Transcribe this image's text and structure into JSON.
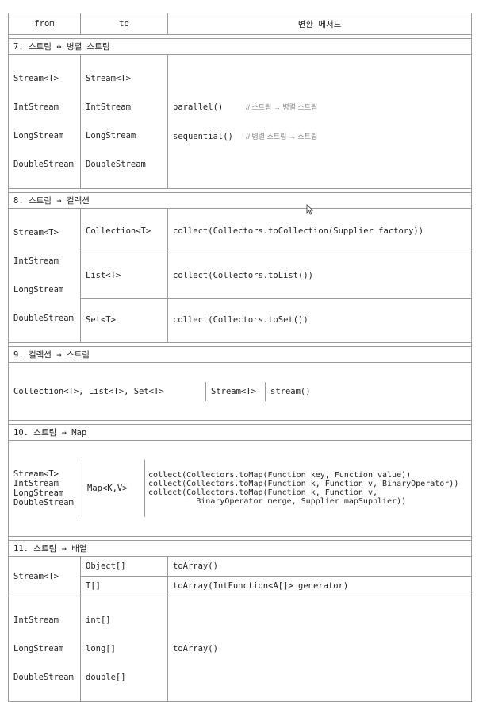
{
  "header": {
    "from": "from",
    "to": "to",
    "method": "변환 메서드"
  },
  "s7": {
    "title": "7. 스트림 ↔ 병렬 스트림",
    "from": [
      "Stream<T>",
      "IntStream",
      "LongStream",
      "DoubleStream"
    ],
    "to": [
      "Stream<T>",
      "IntStream",
      "LongStream",
      "DoubleStream"
    ],
    "m1": "parallel()",
    "c1": "// 스트림 → 병렬 스트림",
    "m2": "sequential()",
    "c2": "// 병렬 스트림 → 스트림"
  },
  "s8": {
    "title": "8. 스트림 → 컬렉션",
    "from": [
      "Stream<T>",
      "IntStream",
      "LongStream",
      "DoubleStream"
    ],
    "rows": [
      {
        "to": "Collection<T>",
        "method": "collect(Collectors.toCollection(Supplier factory))"
      },
      {
        "to": "List<T>",
        "method": "collect(Collectors.toList())"
      },
      {
        "to": "Set<T>",
        "method": "collect(Collectors.toSet())"
      }
    ]
  },
  "s9": {
    "title": "9. 컬렉션 → 스트림",
    "from": "Collection<T>, List<T>, Set<T>",
    "to": "Stream<T>",
    "method": "stream()"
  },
  "s10": {
    "title": "10. 스트림 → Map",
    "from": [
      "Stream<T>",
      "IntStream",
      "LongStream",
      "DoubleStream"
    ],
    "to": "Map<K,V>",
    "methods": [
      "collect(Collectors.toMap(Function key, Function value))",
      "collect(Collectors.toMap(Function k, Function v, BinaryOperator))",
      "collect(Collectors.toMap(Function k, Function v,",
      "          BinaryOperator merge, Supplier mapSupplier))"
    ]
  },
  "s11": {
    "title": "11. 스트림 → 배열",
    "from1": "Stream<T>",
    "rows": [
      {
        "to": "Object[]",
        "method": "toArray()"
      },
      {
        "to": "T[]",
        "method": "toArray(IntFunction<A[]> generator)"
      }
    ],
    "from2": [
      "IntStream",
      "LongStream",
      "DoubleStream"
    ],
    "to2": [
      "int[]",
      "long[]",
      "double[]"
    ],
    "method2": "toArray()"
  }
}
